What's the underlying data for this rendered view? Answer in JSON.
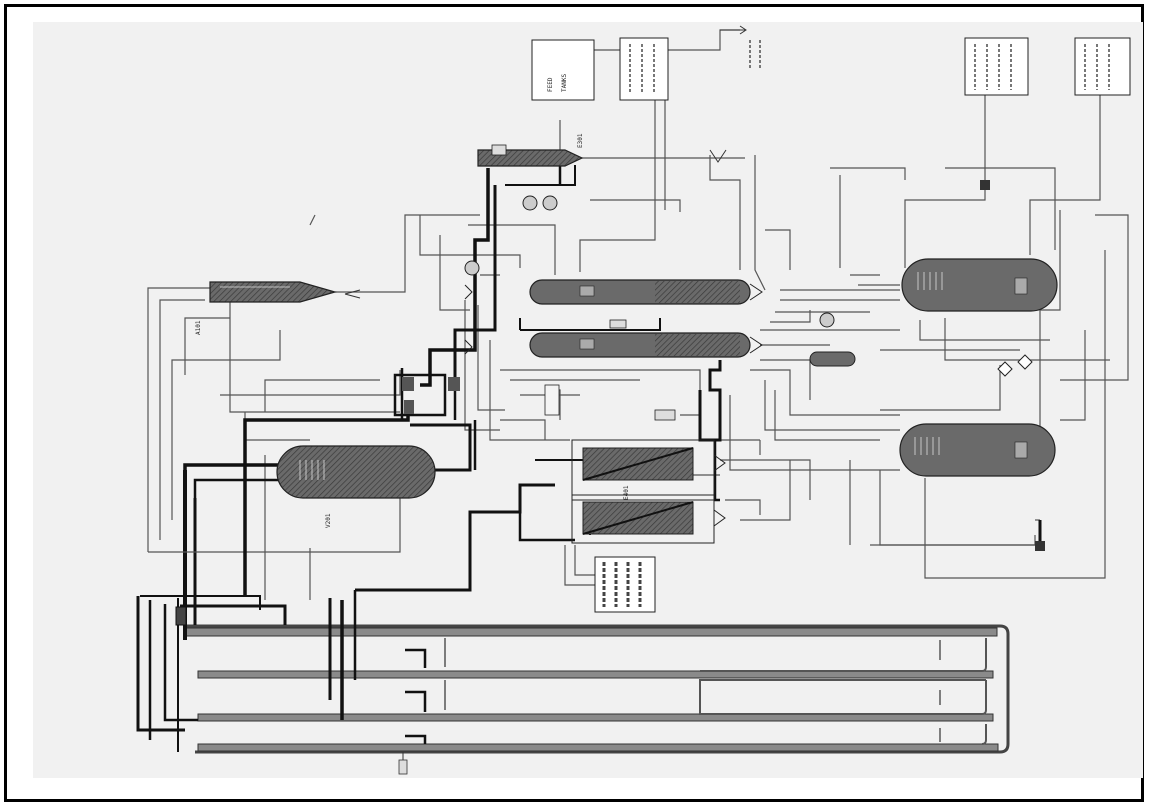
{
  "diagram": {
    "bottom_tag": "",
    "note_boxes": [
      {
        "id": "feed",
        "lines": [
          "FEED",
          "TANKS"
        ]
      },
      {
        "id": "spec",
        "lines": [
          "",
          "",
          ""
        ]
      },
      {
        "id": "rt1",
        "lines": [
          "",
          "",
          "",
          ""
        ]
      },
      {
        "id": "rt2",
        "lines": [
          "",
          "",
          "",
          ""
        ]
      },
      {
        "id": "lower",
        "lines": [
          "",
          "",
          ""
        ]
      }
    ],
    "top_arrow_text": "",
    "colors": {
      "line": "#4a4a4a",
      "heavy": "#111111",
      "vessel": "#5e5e5e",
      "paper": "#f1f1f1"
    }
  }
}
